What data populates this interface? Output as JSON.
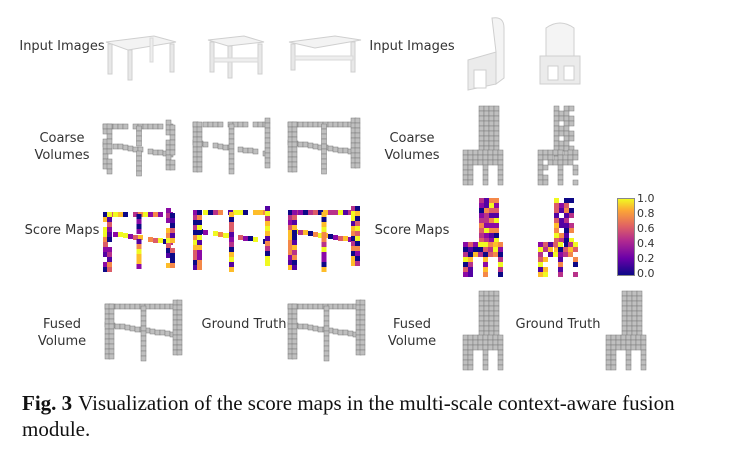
{
  "figure": {
    "left_labels": [
      "Input Images",
      "Coarse Volumes",
      "Score Maps",
      "Fused Volume"
    ],
    "left_ground_truth_label": "Ground Truth",
    "right_labels": [
      "Input Images",
      "Coarse Volumes",
      "Score Maps",
      "Fused Volume"
    ],
    "right_ground_truth_label": "Ground Truth",
    "colorbar_ticks": [
      "1.0",
      "0.8",
      "0.6",
      "0.4",
      "0.2",
      "0.0"
    ],
    "colors": {
      "voxel": "#bfbfbf",
      "voxel_edge": "#7a7a7a",
      "render": "#f2f2f2"
    }
  },
  "caption": {
    "label": "Fig. 3",
    "text": "Visualization of the score maps in the multi-scale context-aware fusion module."
  }
}
